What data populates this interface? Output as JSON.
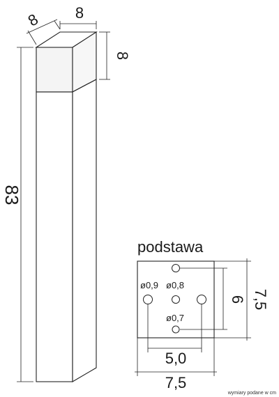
{
  "dimensions": {
    "depth": "8",
    "width": "8",
    "head_height": "8",
    "total_height": "83"
  },
  "base": {
    "title": "podstawa",
    "hole_large": "ø0,9",
    "hole_center": "ø0,8",
    "hole_small": "ø0,7",
    "spacing_horizontal": "5,0",
    "spacing_vertical": "6",
    "size_horizontal": "7,5",
    "size_vertical": "7,5"
  },
  "footnote": "wymiary podane w cm"
}
